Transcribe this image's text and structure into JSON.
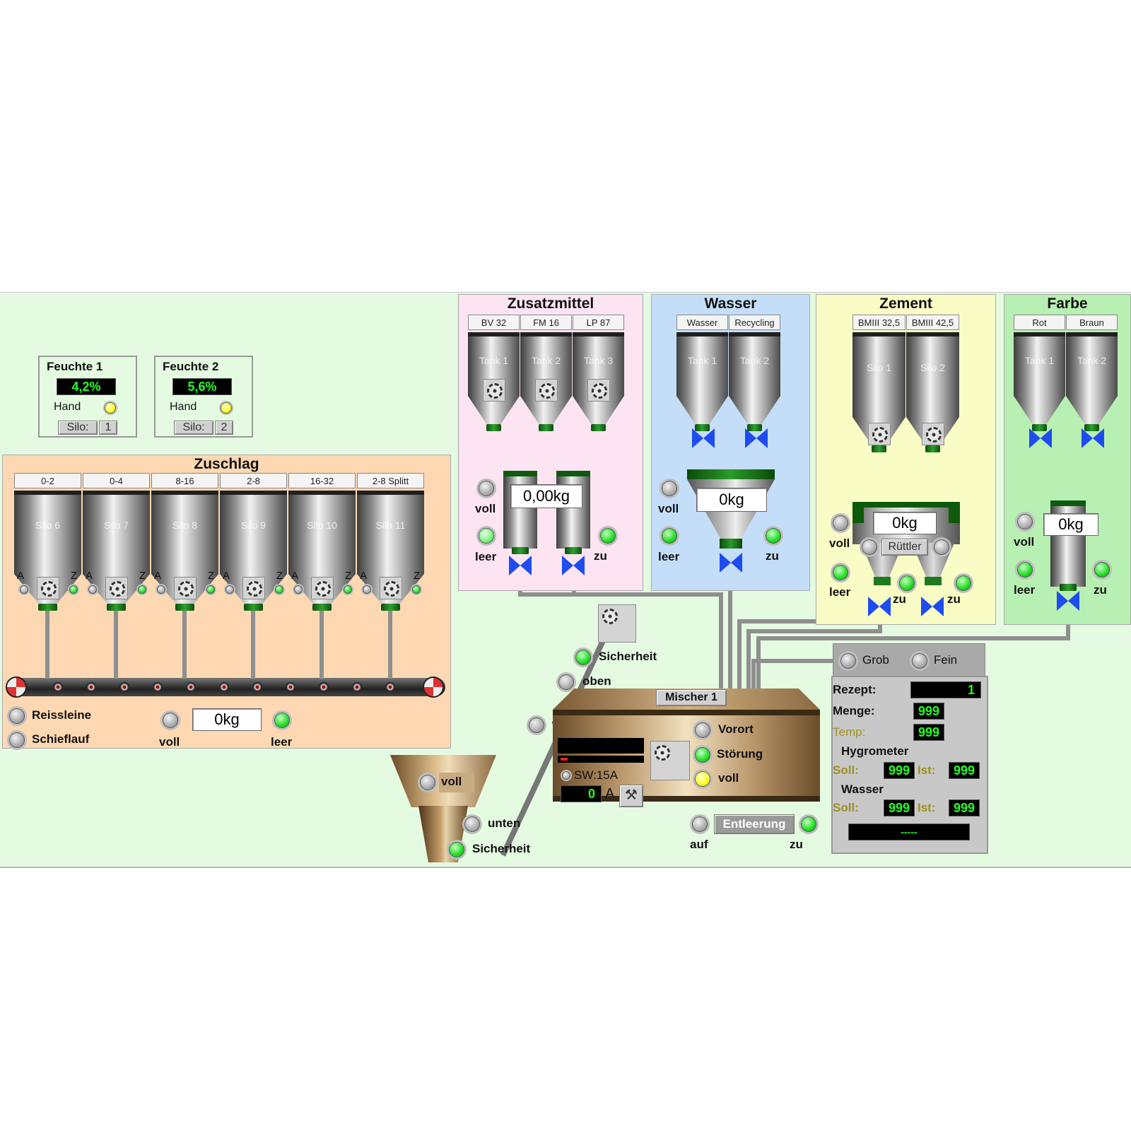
{
  "feuchte": [
    {
      "title": "Feuchte 1",
      "value": "4,2%",
      "mode": "Hand",
      "silo_label": "Silo:",
      "silo_num": "1"
    },
    {
      "title": "Feuchte 2",
      "value": "5,6%",
      "mode": "Hand",
      "silo_label": "Silo:",
      "silo_num": "2"
    }
  ],
  "zuschlag": {
    "title": "Zuschlag",
    "labels": [
      "0-2",
      "0-4",
      "8-16",
      "2-8",
      "16-32",
      "2-8 Splitt"
    ],
    "silos": [
      "Silo 6",
      "Silo 7",
      "Silo 8",
      "Silo 9",
      "Silo 10",
      "Silo 11"
    ],
    "a": "A",
    "z": "Z",
    "reissleine": "Reissleine",
    "schieflauf": "Schieflauf",
    "weight": "0kg",
    "voll": "voll",
    "leer": "leer"
  },
  "zusatzmittel": {
    "title": "Zusatzmittel",
    "labels": [
      "BV 32",
      "FM 16",
      "LP 87"
    ],
    "tanks": [
      "Tank 1",
      "Tank 2",
      "Tank 3"
    ],
    "weight": "0,00kg",
    "voll": "voll",
    "leer": "leer",
    "zu": "zu"
  },
  "wasser": {
    "title": "Wasser",
    "labels": [
      "Wasser",
      "Recycling"
    ],
    "tanks": [
      "Tank 1",
      "Tank 2"
    ],
    "weight": "0kg",
    "voll": "voll",
    "leer": "leer",
    "zu": "zu"
  },
  "zement": {
    "title": "Zement",
    "labels": [
      "BMIII 32,5",
      "BMIII 42,5"
    ],
    "silos": [
      "Silo 1",
      "Silo 2"
    ],
    "weight": "0kg",
    "ruettler": "Rüttler",
    "voll": "voll",
    "leer": "leer",
    "zu1": "zu",
    "zu2": "zu"
  },
  "farbe": {
    "title": "Farbe",
    "labels": [
      "Rot",
      "Braun"
    ],
    "tanks": [
      "Tank 1",
      "Tank 2"
    ],
    "weight": "0kg",
    "voll": "voll",
    "leer": "leer",
    "zu": "zu"
  },
  "skip": {
    "sicherheit_top": "Sicherheit",
    "oben": "oben",
    "warten": "warten",
    "voll": "voll",
    "unten": "unten",
    "sicherheit_bottom": "Sicherheit"
  },
  "mischer": {
    "title": "Mischer 1",
    "sw": "SW:15A",
    "amp_value": "0",
    "amp_unit": "A",
    "vorort": "Vorort",
    "stoerung": "Störung",
    "voll": "voll",
    "entleerung": "Entleerung",
    "auf": "auf",
    "zu": "zu"
  },
  "rezept": {
    "grob": "Grob",
    "fein": "Fein",
    "rezept_label": "Rezept:",
    "rezept_value": "1",
    "menge_label": "Menge:",
    "menge_value": "999",
    "temp_label": "Temp:",
    "temp_value": "999",
    "hygrometer": "Hygrometer",
    "soll_label": "Soll:",
    "ist_label": "Ist:",
    "hyg_soll": "999",
    "hyg_ist": "999",
    "wasser": "Wasser",
    "w_soll": "999",
    "w_ist": "999",
    "status": "-----"
  },
  "colors": {
    "zuschlag_bg": "#fdd8b2",
    "zusatz_bg": "#fce4f2",
    "wasser_bg": "#c4def9",
    "zement_bg": "#fafcc6",
    "farbe_bg": "#b8efb2",
    "led_green": "#22dd22",
    "led_yellow": "#ffff22",
    "valve_blue": "#1e4cf0",
    "display_green": "#22ff22"
  }
}
